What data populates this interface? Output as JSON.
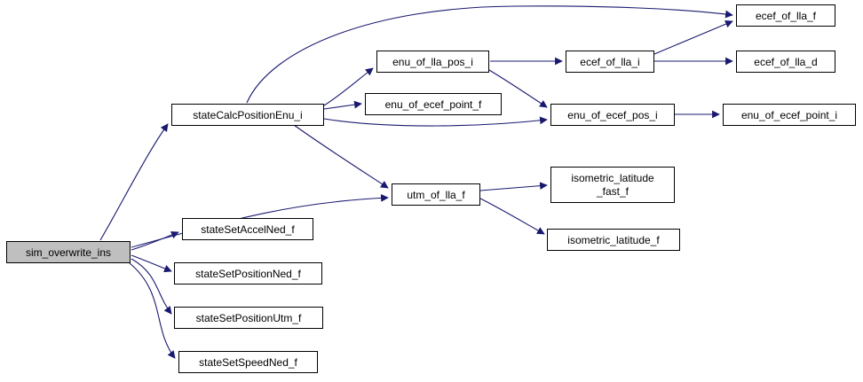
{
  "diagram": {
    "type": "call-graph",
    "edge_color": "#191970",
    "node_fill": "#ffffff",
    "node_border_color": "#000000",
    "highlight_fill": "#bfbfbf",
    "background": "#ffffff",
    "nodes": [
      {
        "id": "sim_overwrite_ins",
        "label": "sim_overwrite_ins",
        "highlighted": true
      },
      {
        "id": "stateCalcPositionEnu_i",
        "label": "stateCalcPositionEnu_i"
      },
      {
        "id": "enu_of_lla_pos_i",
        "label": "enu_of_lla_pos_i"
      },
      {
        "id": "enu_of_ecef_point_f",
        "label": "enu_of_ecef_point_f"
      },
      {
        "id": "ecef_of_lla_i",
        "label": "ecef_of_lla_i"
      },
      {
        "id": "ecef_of_lla_f",
        "label": "ecef_of_lla_f"
      },
      {
        "id": "ecef_of_lla_d",
        "label": "ecef_of_lla_d"
      },
      {
        "id": "enu_of_ecef_pos_i",
        "label": "enu_of_ecef_pos_i"
      },
      {
        "id": "enu_of_ecef_point_i",
        "label": "enu_of_ecef_point_i"
      },
      {
        "id": "utm_of_lla_f",
        "label": "utm_of_lla_f"
      },
      {
        "id": "isometric_latitude_fast_f",
        "label": "isometric_latitude_fast_f",
        "lines": [
          "isometric_latitude",
          "_fast_f"
        ]
      },
      {
        "id": "isometric_latitude_f",
        "label": "isometric_latitude_f"
      },
      {
        "id": "stateSetAccelNed_f",
        "label": "stateSetAccelNed_f"
      },
      {
        "id": "stateSetPositionNed_f",
        "label": "stateSetPositionNed_f"
      },
      {
        "id": "stateSetPositionUtm_f",
        "label": "stateSetPositionUtm_f"
      },
      {
        "id": "stateSetSpeedNed_f",
        "label": "stateSetSpeedNed_f"
      }
    ],
    "edges": [
      {
        "from": "sim_overwrite_ins",
        "to": "stateCalcPositionEnu_i"
      },
      {
        "from": "sim_overwrite_ins",
        "to": "utm_of_lla_f"
      },
      {
        "from": "sim_overwrite_ins",
        "to": "stateSetAccelNed_f"
      },
      {
        "from": "sim_overwrite_ins",
        "to": "stateSetPositionNed_f"
      },
      {
        "from": "sim_overwrite_ins",
        "to": "stateSetPositionUtm_f"
      },
      {
        "from": "sim_overwrite_ins",
        "to": "stateSetSpeedNed_f"
      },
      {
        "from": "stateCalcPositionEnu_i",
        "to": "ecef_of_lla_f"
      },
      {
        "from": "stateCalcPositionEnu_i",
        "to": "enu_of_lla_pos_i"
      },
      {
        "from": "stateCalcPositionEnu_i",
        "to": "enu_of_ecef_point_f"
      },
      {
        "from": "stateCalcPositionEnu_i",
        "to": "enu_of_ecef_pos_i"
      },
      {
        "from": "stateCalcPositionEnu_i",
        "to": "utm_of_lla_f"
      },
      {
        "from": "enu_of_lla_pos_i",
        "to": "ecef_of_lla_i"
      },
      {
        "from": "enu_of_lla_pos_i",
        "to": "enu_of_ecef_pos_i"
      },
      {
        "from": "ecef_of_lla_i",
        "to": "ecef_of_lla_f"
      },
      {
        "from": "ecef_of_lla_i",
        "to": "ecef_of_lla_d"
      },
      {
        "from": "enu_of_ecef_pos_i",
        "to": "enu_of_ecef_point_i"
      },
      {
        "from": "utm_of_lla_f",
        "to": "isometric_latitude_fast_f"
      },
      {
        "from": "utm_of_lla_f",
        "to": "isometric_latitude_f"
      }
    ]
  }
}
